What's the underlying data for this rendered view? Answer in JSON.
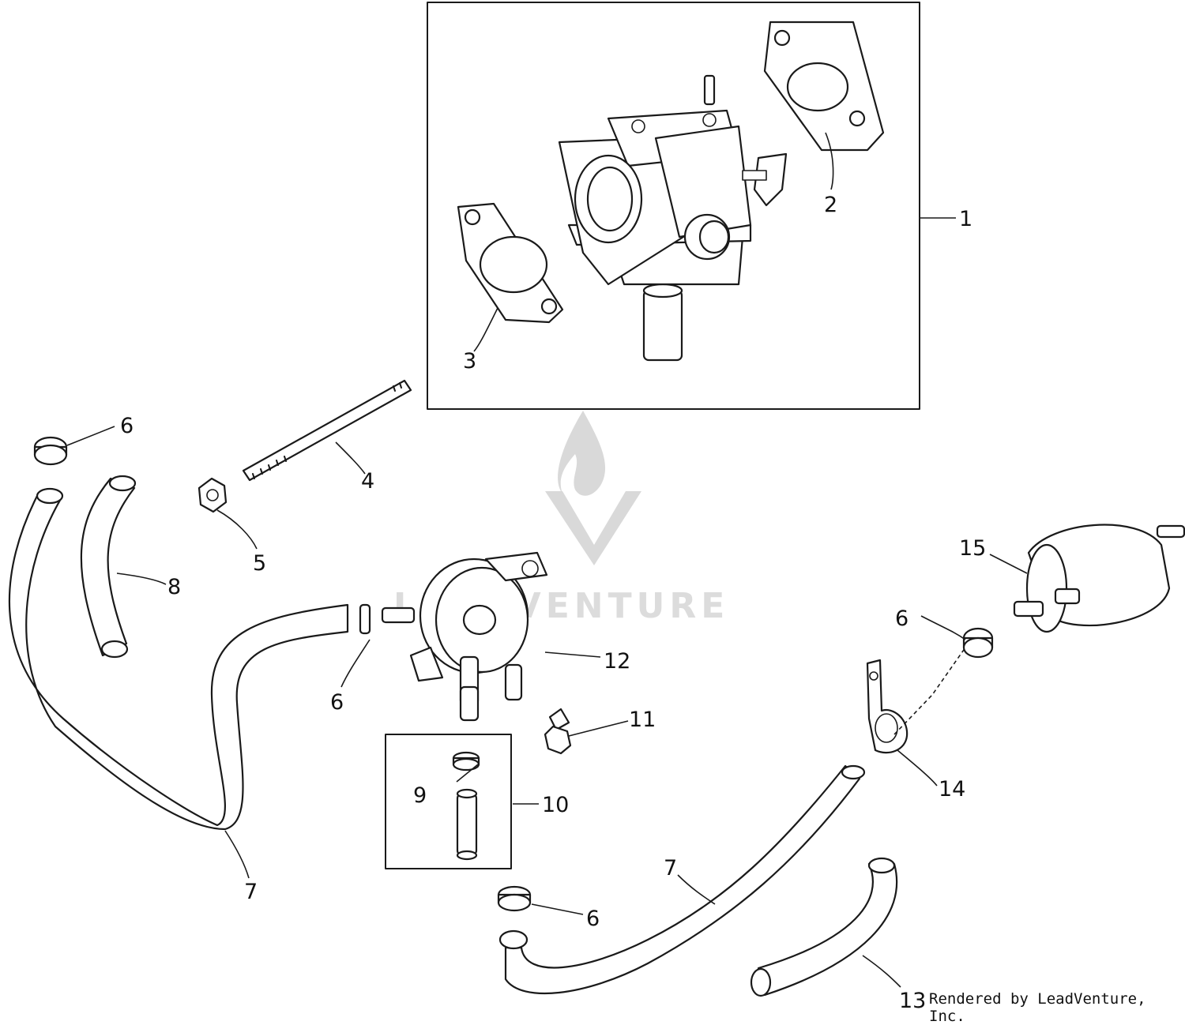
{
  "watermark": {
    "brand": "LEADVENTURE"
  },
  "credit": "Rendered by LeadVenture, Inc.",
  "callouts": {
    "c1": "1",
    "c2": "2",
    "c3": "3",
    "c4": "4",
    "c5": "5",
    "c6a": "6",
    "c6b": "6",
    "c6c": "6",
    "c6d": "6",
    "c7a": "7",
    "c7b": "7",
    "c8": "8",
    "c9": "9",
    "c10": "10",
    "c11": "11",
    "c12": "12",
    "c13": "13",
    "c14": "14",
    "c15": "15"
  }
}
